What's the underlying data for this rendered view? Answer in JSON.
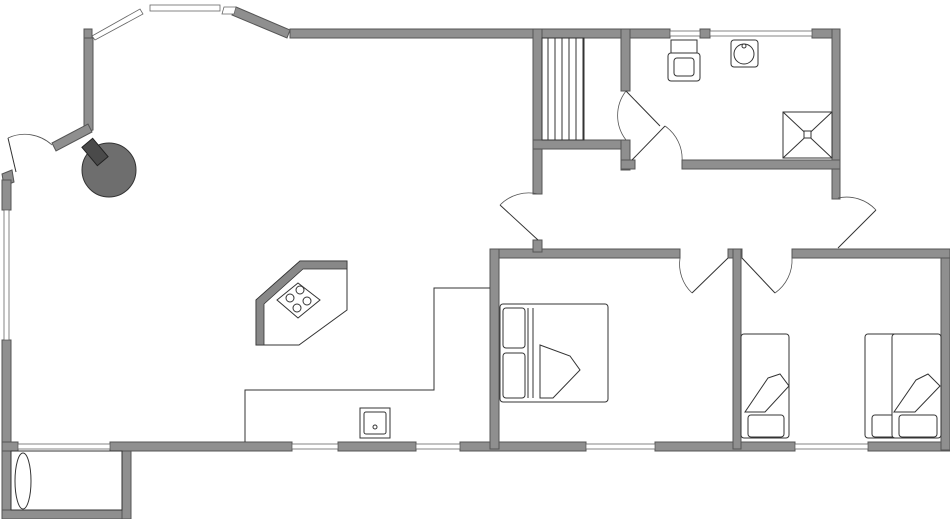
{
  "floor_plan": {
    "rooms": [
      "living-kitchen",
      "bathroom",
      "hallway",
      "bedroom",
      "bedroom",
      "entry-porch"
    ],
    "fixtures": [
      "stove",
      "kitchen-sink",
      "toilet",
      "washbasin",
      "shower",
      "double-bed",
      "single-bed",
      "single-bed",
      "single-bed",
      "wood-stove",
      "stairs"
    ],
    "colors": {
      "wall": "#8f8f8f",
      "outline": "#333333",
      "stove": "#6e6e6e",
      "background": "#ffffff"
    }
  }
}
